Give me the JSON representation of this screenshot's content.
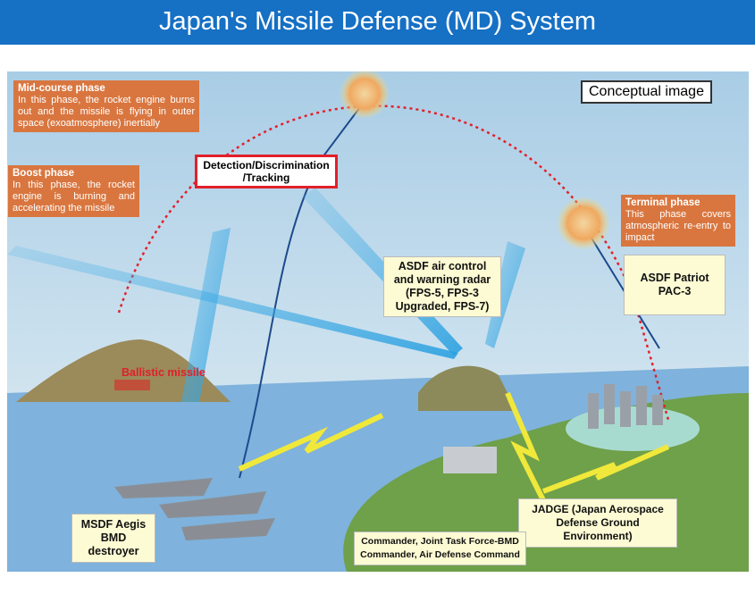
{
  "title": "Japan's Missile Defense (MD) System",
  "conceptual": "Conceptual image",
  "phases": {
    "mid": {
      "title": "Mid-course phase",
      "text": "In this phase, the rocket engine burns out and the missile is flying in outer space (exoatmosphere) inertially"
    },
    "boost": {
      "title": "Boost phase",
      "text": "In this phase, the rocket engine is burning and accelerating the missile"
    },
    "terminal": {
      "title": "Terminal phase",
      "text": "This phase covers atmospheric re-entry to impact"
    }
  },
  "labels": {
    "detection": "Detection/Discrimination /Tracking",
    "ballistic": "Ballistic missile",
    "radar": "ASDF air control and warning radar (FPS-5, FPS-3 Upgraded, FPS-7)",
    "patriot": "ASDF Patriot PAC-3",
    "aegis": "MSDF Aegis BMD destroyer",
    "jadge": "JADGE (Japan Aerospace Defense Ground Environment)",
    "commander": "Commander, Joint Task Force-BMD Commander, Air Defense Command"
  },
  "colors": {
    "title_bar": "#1670c4",
    "phase_box": "#d9763f",
    "label_box": "#fdfbd4",
    "trajectory": "#e2202a"
  }
}
